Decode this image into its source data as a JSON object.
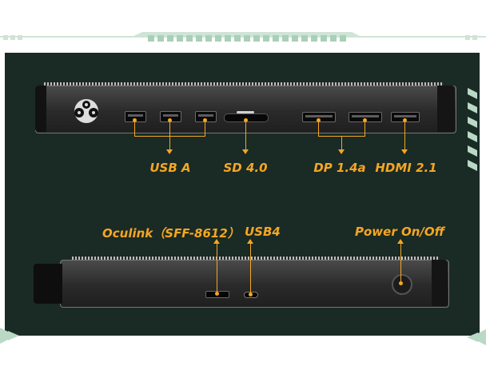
{
  "labels": {
    "usb_a": "USB A",
    "sd": "SD 4.0",
    "dp": "DP 1.4a",
    "hdmi": "HDMI 2.1",
    "oculink": "Oculink（SFF-8612）",
    "usb4": "USB4",
    "power": "Power On/Off"
  },
  "colors": {
    "accent": "#f5a623",
    "background": "#1a2a24",
    "frame": "#b9d8c6"
  }
}
